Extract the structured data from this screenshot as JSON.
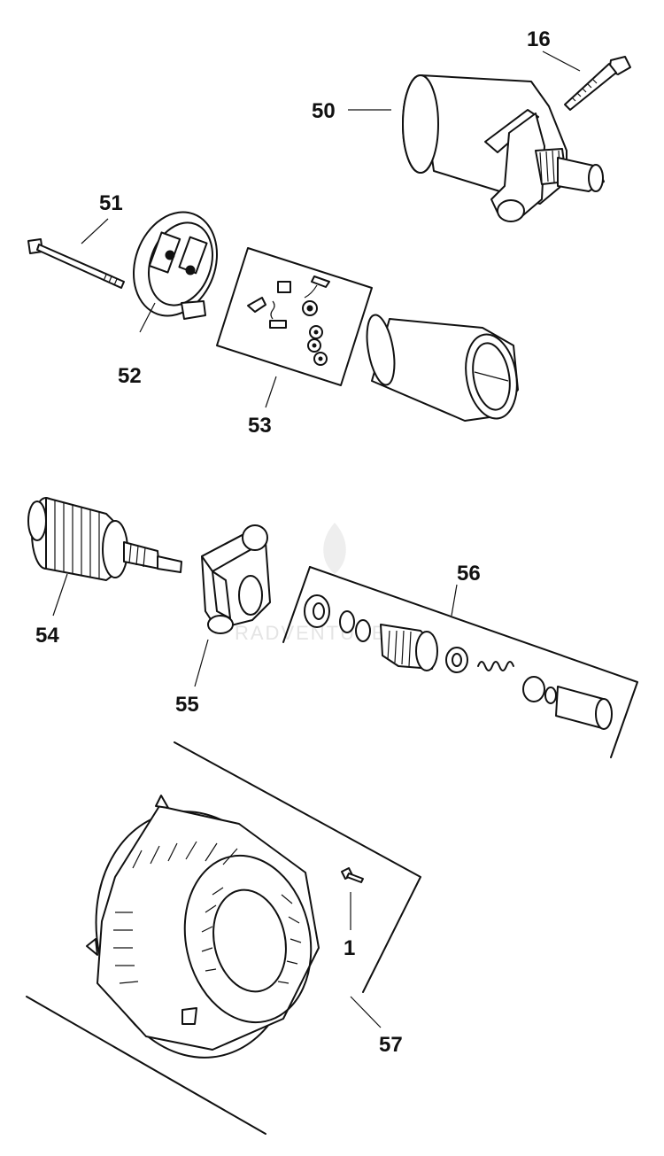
{
  "parts": {
    "p16": "16",
    "p50": "50",
    "p51": "51",
    "p52": "52",
    "p53": "53",
    "p54": "54",
    "p55": "55",
    "p56": "56",
    "p1": "1",
    "p57": "57"
  },
  "watermark": {
    "text": "RADVENTURE"
  },
  "colors": {
    "ink": "#111111",
    "paper": "#ffffff",
    "watermark": "#e4e4e4"
  }
}
